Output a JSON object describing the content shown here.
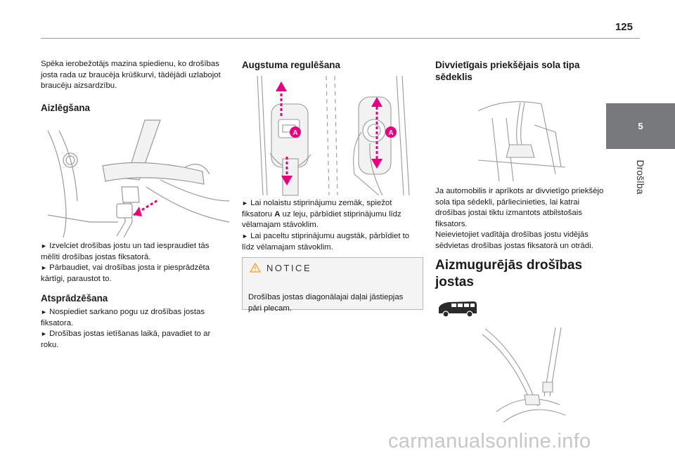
{
  "page": {
    "number": "125"
  },
  "side_tab": {
    "chapter_number": "5",
    "chapter_title": "Drošība"
  },
  "col1": {
    "intro": "Spēka ierobežotājs mazina spiedienu, ko drošības josta rada uz braucēja krūškurvi, tādējādi uzlabojot braucēju aizsardzību.",
    "fastening": {
      "title": "Aizlēgšana",
      "steps": [
        "Izvelciet drošības jostu un tad iespraudiet tās mēlīti drošības jostas fiksatorā.",
        "Pārbaudiet, vai drošības josta ir piesprādzēta kārtīgi, paraustot to."
      ]
    },
    "unfastening": {
      "title": "Atsprādzēšana",
      "steps": [
        "Nospiediet sarkano pogu uz drošības jostas fiksatora.",
        "Drošības jostas ietīšanas laikā, pavadiet to ar roku."
      ]
    }
  },
  "col2": {
    "title": "Augstuma regulēšana",
    "figure_labels": [
      "A",
      "A"
    ],
    "steps": [
      {
        "pre": "Lai nolaistu stiprinājumu zemāk, spiežot fiksatoru ",
        "bold": "A",
        "post": " uz leju, pārbīdiet stiprinājumu līdz vēlamajam stāvoklim."
      },
      {
        "pre": "Lai paceltu stiprinājumu augstāk, pārbīdiet to līdz vēlamajam stāvoklim.",
        "bold": "",
        "post": ""
      }
    ],
    "notice": {
      "title": "NOTICE",
      "text": "Drošības jostas diagonālajai daļai jāstiepjas pāri plecam."
    }
  },
  "col3": {
    "title": "Divvietīgais priekšējais sola tipa sēdeklis",
    "paragraph1": "Ja automobilis ir aprīkots ar divvietīgo priekšējo sola tipa sēdekli, pārliecinieties, lai katrai drošības jostai tiktu izmantots atbilstošais fiksators.",
    "paragraph2": "Neievietojiet vadītāja drošības jostu vidējās sēdvietas drošības jostas fiksatorā un otrādi.",
    "rear_title": "Aizmugurējās drošības jostas"
  },
  "step_marker": "►",
  "watermark": "carmanualsonline.info",
  "colors": {
    "accent_pink": "#e6007e",
    "tab_grey": "#77797c",
    "notice_bg": "#f4f4f4",
    "warning_orange": "#f0a020"
  },
  "icons": [
    "warning-triangle-icon",
    "van-icon",
    "arrow-icon"
  ]
}
